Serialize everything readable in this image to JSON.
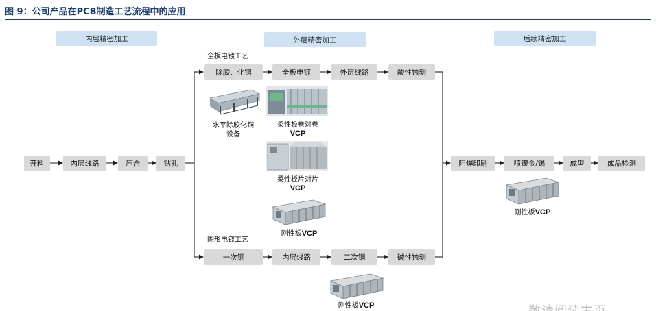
{
  "figure": {
    "title": "图 9：公司产品在PCB制造工艺流程中的应用"
  },
  "sections": {
    "inner": "内层精密加工",
    "outer": "外层精密加工",
    "post": "后续精密加工"
  },
  "inner_steps": [
    "开料",
    "内层线路",
    "压合",
    "钻孔"
  ],
  "panel_process": {
    "label": "全板电镀工艺",
    "steps": [
      "除胶、化铜",
      "全板电镀",
      "外层线路",
      "酸性蚀刻"
    ]
  },
  "pattern_process": {
    "label": "图形电镀工艺",
    "steps": [
      "一次铜",
      "内层线路",
      "二次铜",
      "碱性蚀刻"
    ]
  },
  "post_steps": [
    "阻焊印刷",
    "喷镍金/锡",
    "成型",
    "成品检测"
  ],
  "equipment": {
    "desmear": {
      "line1": "水平除胶化铜",
      "line2": "设备"
    },
    "flex_roll": {
      "line1": "柔性板卷对卷",
      "line2": "VCP"
    },
    "flex_sheet": {
      "line1": "柔性板片对片",
      "line2": "VCP"
    },
    "rigid1": {
      "line1": "刚性板",
      "line2": "VCP"
    },
    "rigid2": {
      "line1": "刚性板",
      "line2": "VCP"
    },
    "rigid3": {
      "line1": "刚性板",
      "line2": "VCP"
    }
  },
  "watermark": "敬请阅读末页"
}
